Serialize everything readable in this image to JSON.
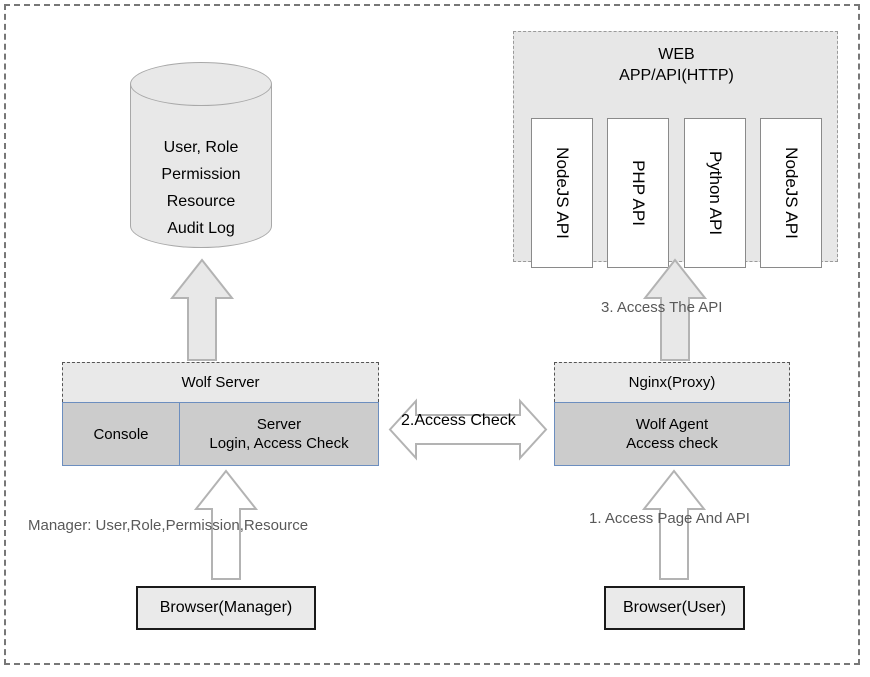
{
  "diagram": {
    "title": "Wolf access-control architecture",
    "colors": {
      "panel_header_fill": "#e9e9e9",
      "sub_box_fill": "#cccccc",
      "sub_box_border": "#6c8ebf",
      "group_fill": "#e7e7e7",
      "arrow_fill": "#e8e8e8",
      "arrow_stroke": "#b3b3b3",
      "caption_gray": "#595959",
      "outer_border": "#777777"
    }
  },
  "database": {
    "name": "data-store-cylinder",
    "lines": [
      "User, Role",
      "Permission",
      "Resource",
      "Audit Log"
    ]
  },
  "web_group": {
    "title_line1": "WEB",
    "title_line2": "APP/API(HTTP)",
    "apis": [
      {
        "label": "NodeJS API"
      },
      {
        "label": "PHP   API"
      },
      {
        "label": "Python API"
      },
      {
        "label": "NodeJS API"
      }
    ]
  },
  "wolf_server": {
    "header": "Wolf Server",
    "boxes": [
      {
        "label": "Console"
      },
      {
        "line1": "Server",
        "line2": "Login, Access Check"
      }
    ]
  },
  "nginx": {
    "header": "Nginx(Proxy)",
    "box": {
      "line1": "Wolf Agent",
      "line2": "Access check"
    }
  },
  "browsers": {
    "manager": "Browser(Manager)",
    "user": "Browser(User)"
  },
  "flows": {
    "step1": "1. Access Page And API",
    "step2": "2.Access Check",
    "step3": "3. Access The API",
    "manager_caption": "Manager: User,Role,Permission,Resource"
  }
}
